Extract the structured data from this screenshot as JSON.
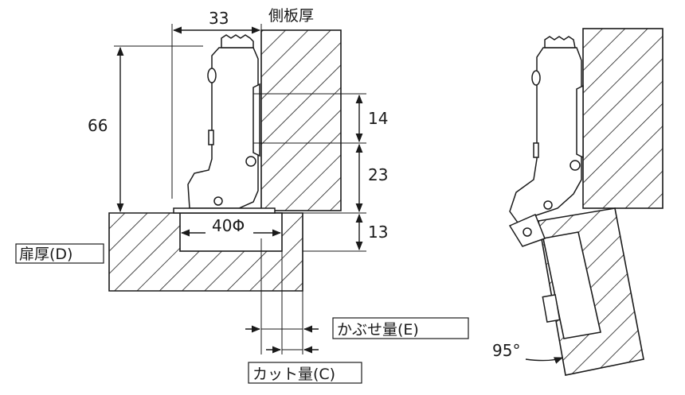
{
  "labels": {
    "side_panel_thickness": "側板厚",
    "door_thickness": "扉厚(D)",
    "overlay": "かぶせ量(E)",
    "cut_amount": "カット量(C)"
  },
  "dimensions": {
    "width_top": "33",
    "height_left": "66",
    "dim_14": "14",
    "dim_23": "23",
    "dim_13": "13",
    "bore": "40Φ",
    "angle": "95°"
  },
  "colors": {
    "ink": "#1a1a1a",
    "background": "#ffffff"
  }
}
